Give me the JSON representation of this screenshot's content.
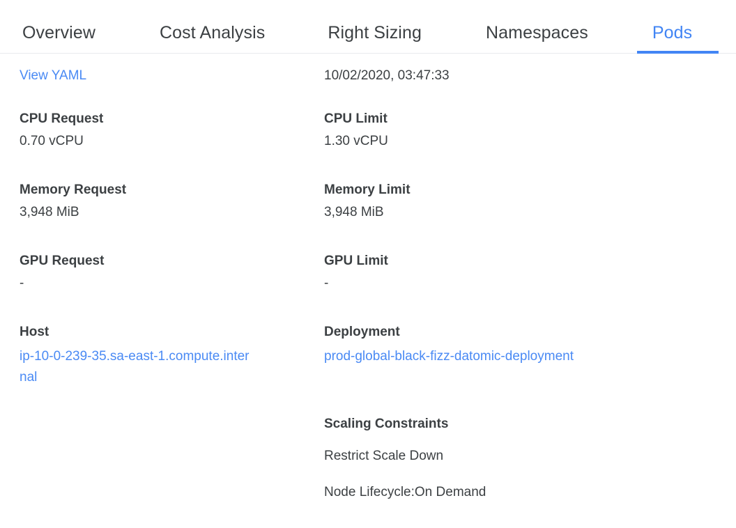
{
  "tabs": [
    {
      "label": "Overview",
      "active": false
    },
    {
      "label": "Cost Analysis",
      "active": false
    },
    {
      "label": "Right Sizing",
      "active": false
    },
    {
      "label": "Namespaces",
      "active": false
    },
    {
      "label": "Pods",
      "active": true
    }
  ],
  "colors": {
    "accent": "#4285f4",
    "link": "#4a8af4",
    "text": "#3c4043",
    "divider": "#e8eaed",
    "background": "#ffffff"
  },
  "detail": {
    "view_yaml_label": "View YAML",
    "timestamp": "10/02/2020, 03:47:33",
    "cpu_request": {
      "label": "CPU Request",
      "value": "0.70 vCPU"
    },
    "cpu_limit": {
      "label": "CPU Limit",
      "value": "1.30 vCPU"
    },
    "memory_request": {
      "label": "Memory Request",
      "value": "3,948 MiB"
    },
    "memory_limit": {
      "label": "Memory Limit",
      "value": "3,948 MiB"
    },
    "gpu_request": {
      "label": "GPU Request",
      "value": "-"
    },
    "gpu_limit": {
      "label": "GPU Limit",
      "value": "-"
    },
    "host": {
      "label": "Host",
      "value": "ip-10-0-239-35.sa-east-1.compute.internal"
    },
    "deployment": {
      "label": "Deployment",
      "value": "prod-global-black-fizz-datomic-deployment"
    },
    "scaling_constraints": {
      "label": "Scaling Constraints",
      "items": [
        "Restrict Scale Down",
        "Node Lifecycle:On Demand"
      ]
    }
  }
}
